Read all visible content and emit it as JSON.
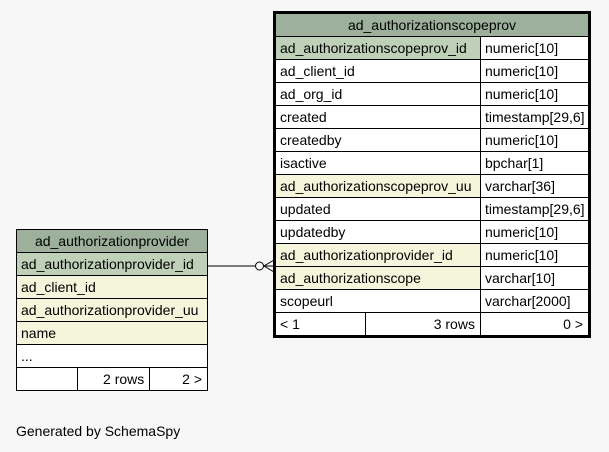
{
  "provider_table": {
    "name": "ad_authorizationprovider",
    "columns": [
      {
        "name": "ad_authorizationprovider_id",
        "kind": "pk"
      },
      {
        "name": "ad_client_id",
        "kind": "fk"
      },
      {
        "name": "ad_authorizationprovider_uu",
        "kind": "fk"
      },
      {
        "name": "name",
        "kind": "fk"
      },
      {
        "name": "...",
        "kind": "plain"
      }
    ],
    "footer": {
      "left": "",
      "middle": "2 rows",
      "right": "2 >"
    }
  },
  "scopeprov_table": {
    "name": "ad_authorizationscopeprov",
    "columns": [
      {
        "name": "ad_authorizationscopeprov_id",
        "type": "numeric[10]",
        "kind": "pk"
      },
      {
        "name": "ad_client_id",
        "type": "numeric[10]",
        "kind": "plain"
      },
      {
        "name": "ad_org_id",
        "type": "numeric[10]",
        "kind": "plain"
      },
      {
        "name": "created",
        "type": "timestamp[29,6]",
        "kind": "plain"
      },
      {
        "name": "createdby",
        "type": "numeric[10]",
        "kind": "plain"
      },
      {
        "name": "isactive",
        "type": "bpchar[1]",
        "kind": "plain"
      },
      {
        "name": "ad_authorizationscopeprov_uu",
        "type": "varchar[36]",
        "kind": "fk"
      },
      {
        "name": "updated",
        "type": "timestamp[29,6]",
        "kind": "plain"
      },
      {
        "name": "updatedby",
        "type": "numeric[10]",
        "kind": "plain"
      },
      {
        "name": "ad_authorizationprovider_id",
        "type": "numeric[10]",
        "kind": "fk"
      },
      {
        "name": "ad_authorizationscope",
        "type": "varchar[10]",
        "kind": "fk"
      },
      {
        "name": "scopeurl",
        "type": "varchar[2000]",
        "kind": "plain"
      }
    ],
    "footer": {
      "left": "< 1",
      "middle": "3 rows",
      "right": "0 >"
    }
  },
  "footer_text": "Generated by SchemaSpy"
}
